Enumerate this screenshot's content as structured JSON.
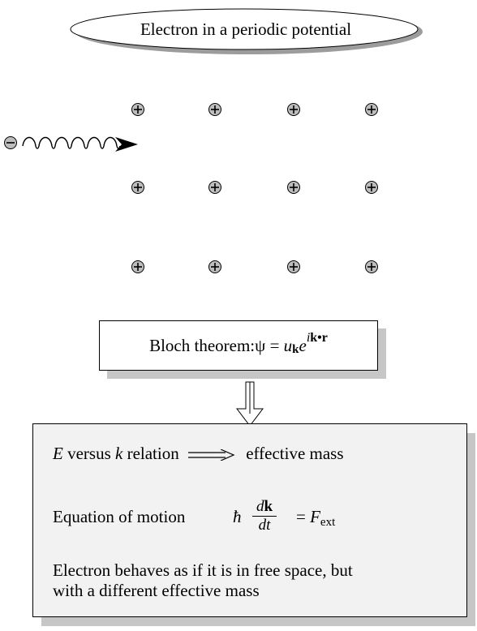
{
  "title": "Electron in a periodic potential",
  "lattice": {
    "ion_symbol": "+",
    "ion_rows": 3,
    "ion_cols": 4,
    "electron_symbol": "−"
  },
  "bloch": {
    "prefix": "Bloch theorem: ",
    "psi": "ψ",
    "equals": " = ",
    "u": "u",
    "sub": "k",
    "e": "e",
    "sup_i": "i",
    "sup_kr": "k•r"
  },
  "main": {
    "line1": {
      "E": "E",
      "versus": " versus ",
      "k": "k",
      "relation": " relation",
      "result": "effective mass"
    },
    "line2": {
      "label": "Equation of motion",
      "hbar": "ħ",
      "frac_num_d": "d",
      "frac_num_k": "k",
      "frac_den": "dt",
      "equals": "= ",
      "F": "F",
      "sub": "ext"
    },
    "line3": {
      "text1": "Electron behaves as if it is in free space, but",
      "text2": "with a different effective mass"
    }
  },
  "colors": {
    "ion_fill": "#bdbdbd",
    "shadow": "#c6c6c6",
    "main_bg": "#f2f2f2",
    "title_shadow": "#9c9c9c"
  }
}
